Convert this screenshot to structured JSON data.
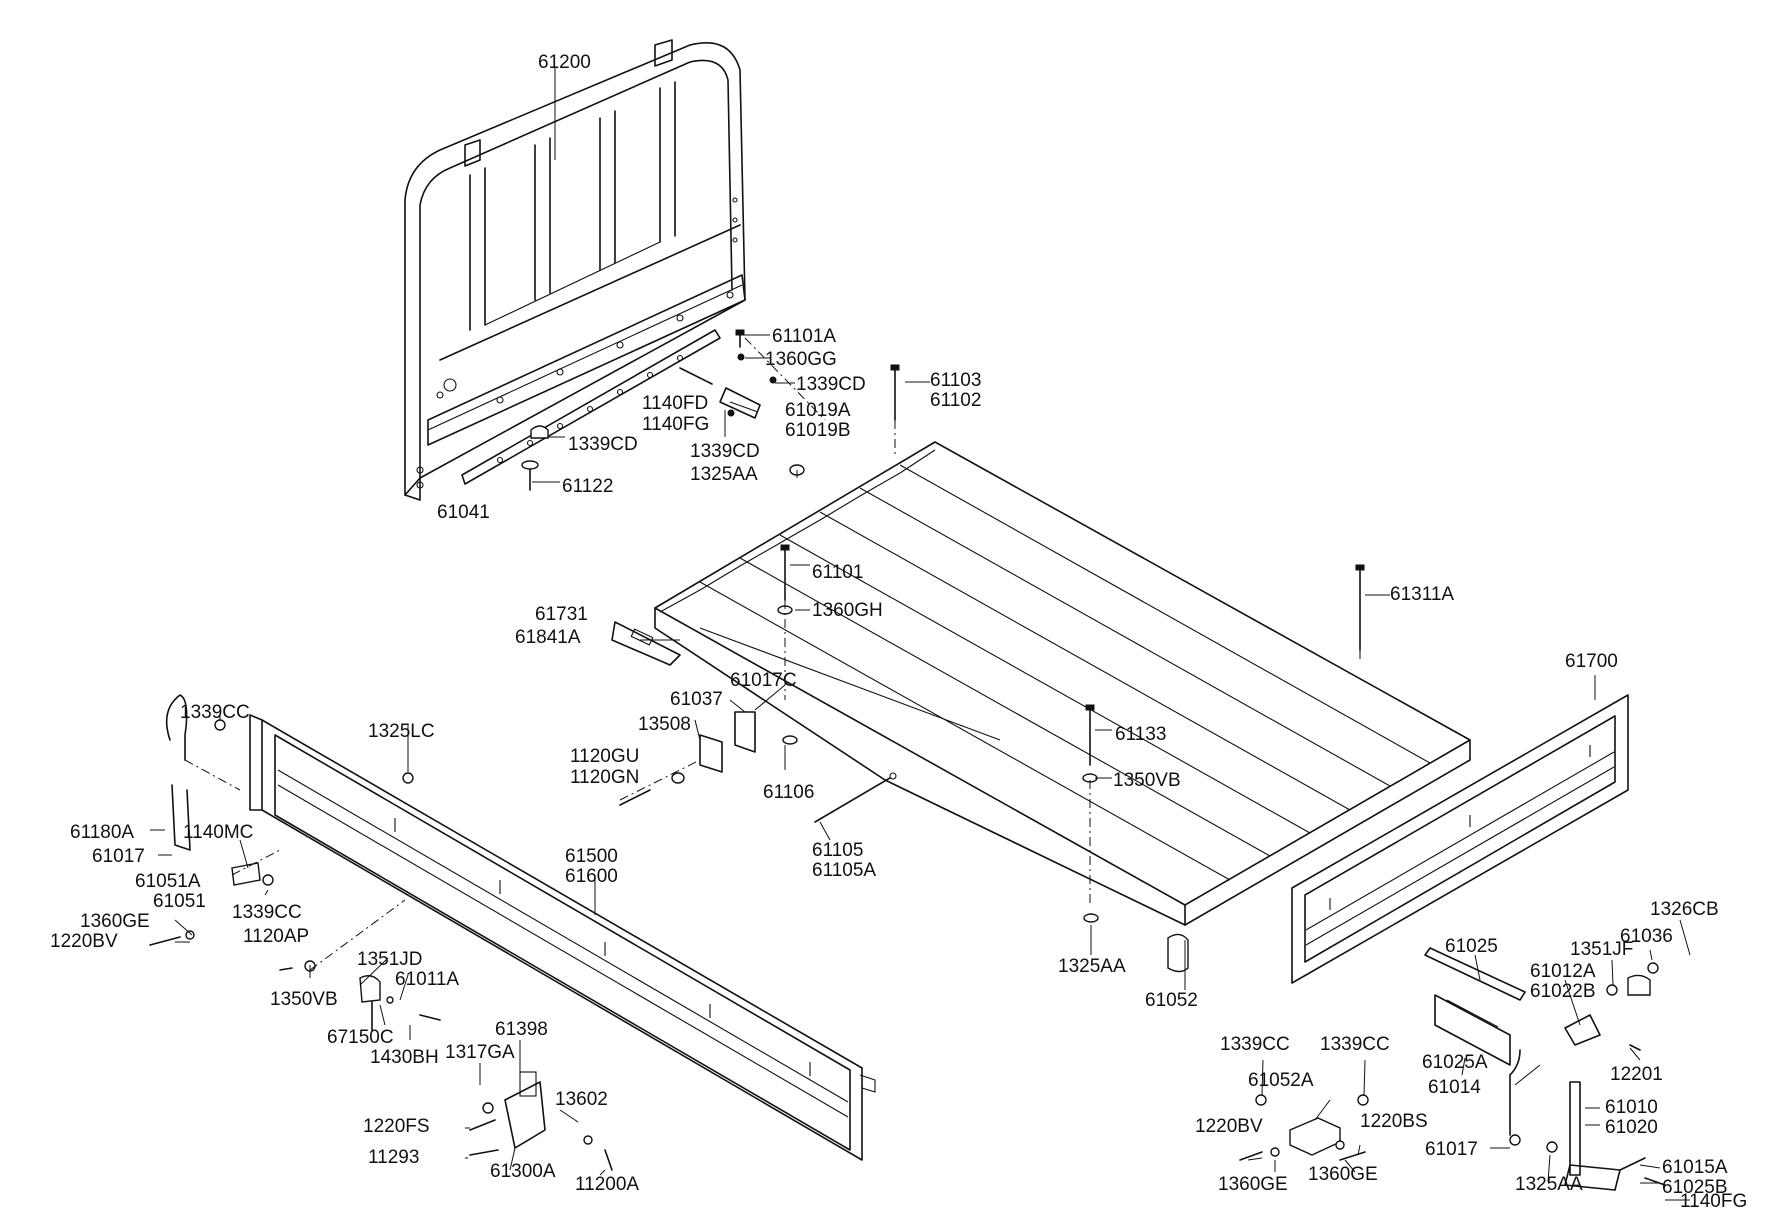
{
  "labels": [
    {
      "id": "61200",
      "text": "61200"
    },
    {
      "id": "61101A",
      "text": "61101A"
    },
    {
      "id": "1360GG",
      "text": "1360GG"
    },
    {
      "id": "1339CD_a",
      "text": "1339CD"
    },
    {
      "id": "61103",
      "text": "61103"
    },
    {
      "id": "61102",
      "text": "61102"
    },
    {
      "id": "1140FD",
      "text": "1140FD"
    },
    {
      "id": "1140FG_a",
      "text": "1140FG"
    },
    {
      "id": "61019A",
      "text": "61019A"
    },
    {
      "id": "61019B",
      "text": "61019B"
    },
    {
      "id": "1339CD_b",
      "text": "1339CD"
    },
    {
      "id": "1339CD_c",
      "text": "1339CD"
    },
    {
      "id": "1325AA_a",
      "text": "1325AA"
    },
    {
      "id": "61122",
      "text": "61122"
    },
    {
      "id": "61041",
      "text": "61041"
    },
    {
      "id": "61101",
      "text": "61101"
    },
    {
      "id": "61311A",
      "text": "61311A"
    },
    {
      "id": "1360GH",
      "text": "1360GH"
    },
    {
      "id": "61731",
      "text": "61731"
    },
    {
      "id": "61841A",
      "text": "61841A"
    },
    {
      "id": "61700",
      "text": "61700"
    },
    {
      "id": "61017C",
      "text": "61017C"
    },
    {
      "id": "61037",
      "text": "61037"
    },
    {
      "id": "13508",
      "text": "13508"
    },
    {
      "id": "1339CC_a",
      "text": "1339CC"
    },
    {
      "id": "1325LC",
      "text": "1325LC"
    },
    {
      "id": "61133",
      "text": "61133"
    },
    {
      "id": "1120GU",
      "text": "1120GU"
    },
    {
      "id": "1120GN",
      "text": "1120GN"
    },
    {
      "id": "1350VB_a",
      "text": "1350VB"
    },
    {
      "id": "61106",
      "text": "61106"
    },
    {
      "id": "61180A",
      "text": "61180A"
    },
    {
      "id": "1140MC",
      "text": "1140MC"
    },
    {
      "id": "61017_a",
      "text": "61017"
    },
    {
      "id": "61105",
      "text": "61105"
    },
    {
      "id": "61105A",
      "text": "61105A"
    },
    {
      "id": "61500",
      "text": "61500"
    },
    {
      "id": "61600",
      "text": "61600"
    },
    {
      "id": "61051A",
      "text": "61051A"
    },
    {
      "id": "61051",
      "text": "61051"
    },
    {
      "id": "1339CC_b",
      "text": "1339CC"
    },
    {
      "id": "1360GE_a",
      "text": "1360GE"
    },
    {
      "id": "1220BV_a",
      "text": "1220BV"
    },
    {
      "id": "1120AP",
      "text": "1120AP"
    },
    {
      "id": "1326CB",
      "text": "1326CB"
    },
    {
      "id": "61036",
      "text": "61036"
    },
    {
      "id": "1351JF",
      "text": "1351JF"
    },
    {
      "id": "61025",
      "text": "61025"
    },
    {
      "id": "61012A",
      "text": "61012A"
    },
    {
      "id": "61022B",
      "text": "61022B"
    },
    {
      "id": "1351JD",
      "text": "1351JD"
    },
    {
      "id": "61011A",
      "text": "61011A"
    },
    {
      "id": "1350VB_b",
      "text": "1350VB"
    },
    {
      "id": "1325AA_b",
      "text": "1325AA"
    },
    {
      "id": "61052",
      "text": "61052"
    },
    {
      "id": "67150C",
      "text": "67150C"
    },
    {
      "id": "1430BH",
      "text": "1430BH"
    },
    {
      "id": "61398",
      "text": "61398"
    },
    {
      "id": "1317GA",
      "text": "1317GA"
    },
    {
      "id": "1339CC_c",
      "text": "1339CC"
    },
    {
      "id": "1339CC_d",
      "text": "1339CC"
    },
    {
      "id": "61025A",
      "text": "61025A"
    },
    {
      "id": "12201",
      "text": "12201"
    },
    {
      "id": "61052A",
      "text": "61052A"
    },
    {
      "id": "61014",
      "text": "61014"
    },
    {
      "id": "13602",
      "text": "13602"
    },
    {
      "id": "1220FS",
      "text": "1220FS"
    },
    {
      "id": "1220BV_b",
      "text": "1220BV"
    },
    {
      "id": "1220BS",
      "text": "1220BS"
    },
    {
      "id": "61010",
      "text": "61010"
    },
    {
      "id": "61020",
      "text": "61020"
    },
    {
      "id": "61017_b",
      "text": "61017"
    },
    {
      "id": "11293",
      "text": "11293"
    },
    {
      "id": "61300A",
      "text": "61300A"
    },
    {
      "id": "11200A",
      "text": "11200A"
    },
    {
      "id": "61015A",
      "text": "61015A"
    },
    {
      "id": "61025B",
      "text": "61025B"
    },
    {
      "id": "1360GE_b",
      "text": "1360GE"
    },
    {
      "id": "1360GE_c",
      "text": "1360GE"
    },
    {
      "id": "1325AA_c",
      "text": "1325AA"
    },
    {
      "id": "1140FG_b",
      "text": "1140FG"
    }
  ]
}
